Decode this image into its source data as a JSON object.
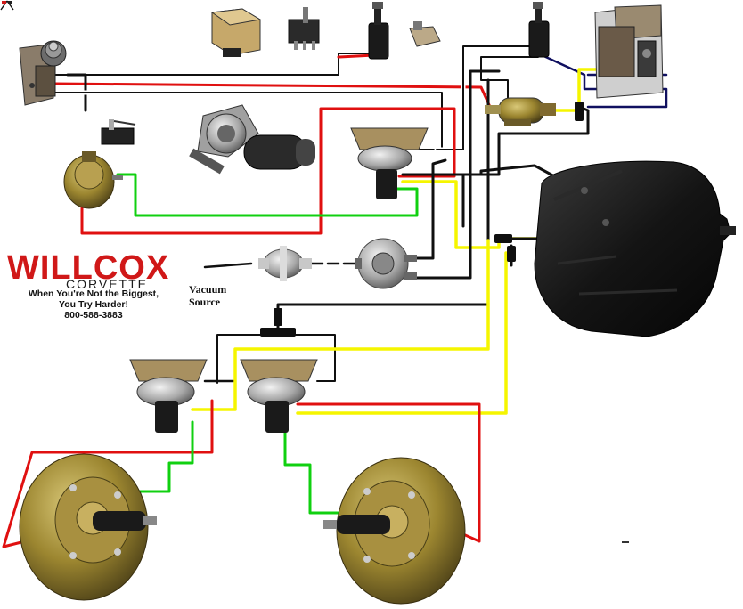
{
  "brand": {
    "name": "WILLCOX",
    "sub": "CORVETTE",
    "tagline_1": "When You're Not the Biggest,",
    "tagline_2": "You Try Harder!",
    "phone": "800-588-3883"
  },
  "labels": {
    "vacuum_1": "Vacuum",
    "vacuum_2": "Source"
  },
  "colors": {
    "red_hose": "#e01010",
    "green_hose": "#10d010",
    "yellow_hose": "#f5f500",
    "black_hose": "#101010",
    "white_hose": "#ffffff",
    "navy_hose": "#101060",
    "brass": "#a08a30",
    "canister": "#141414"
  }
}
